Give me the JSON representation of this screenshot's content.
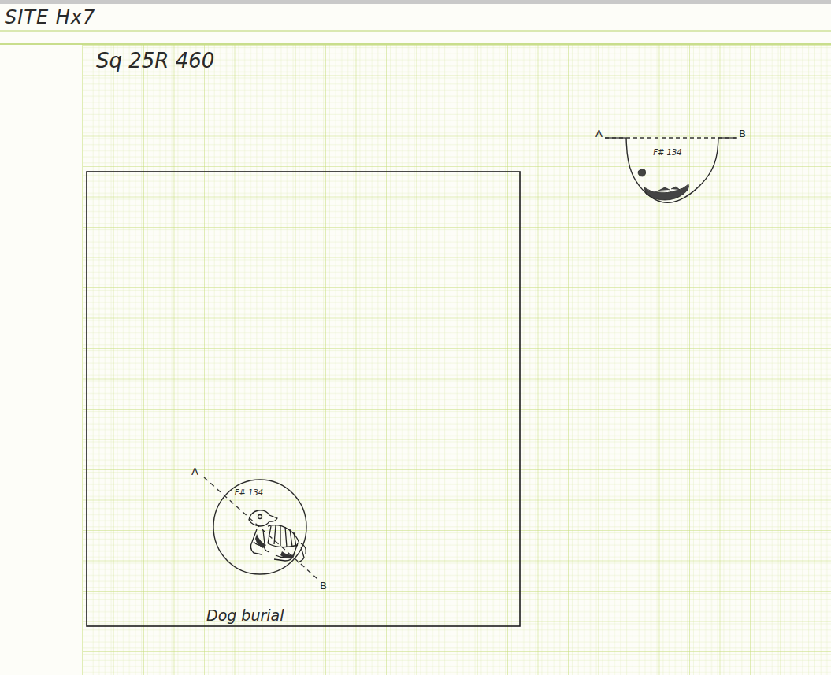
{
  "diagram": {
    "title": "SITE Hx7",
    "nodes": [
      {
        "text": [
          "F# 134"
        ]
      },
      {
        "text": [
          "F# 134"
        ]
      }
    ],
    "labels": [
      "Sq 25R 460",
      "A",
      "B",
      "A",
      "B",
      "Dog burial"
    ]
  }
}
